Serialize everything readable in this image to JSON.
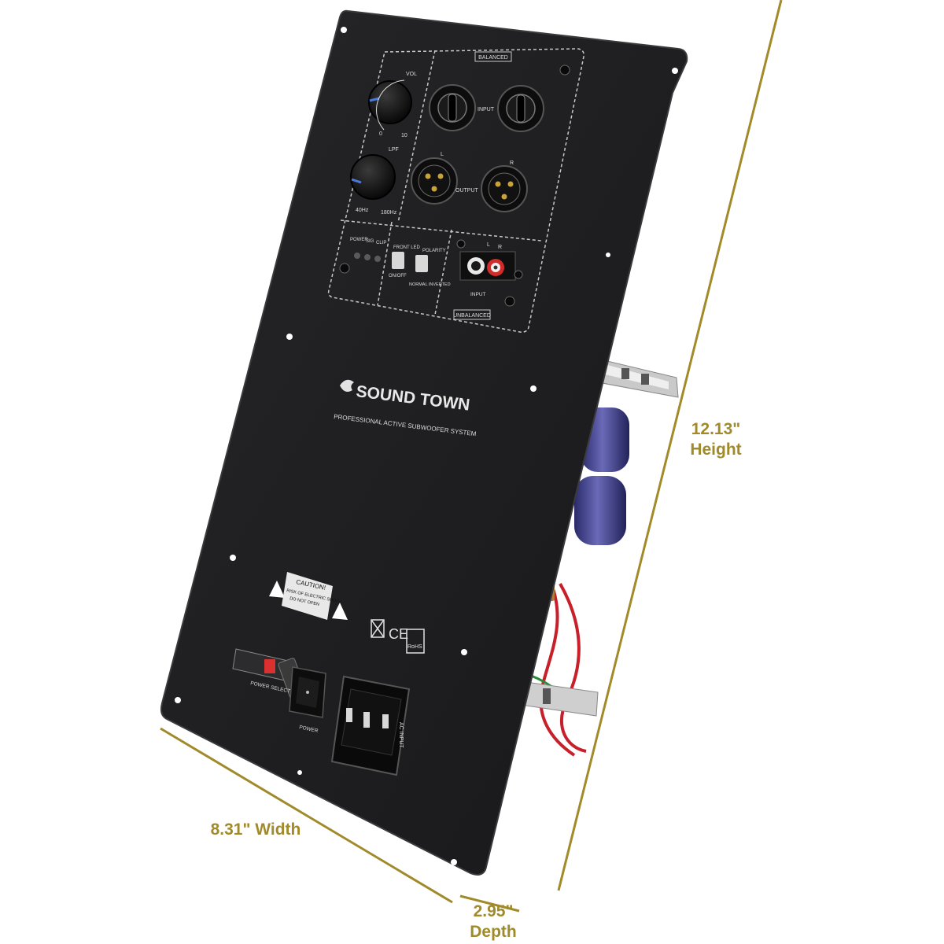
{
  "colors": {
    "dimension": "#a08a2a",
    "panel": "#1f1f21",
    "panel_edge": "#3a3a3d",
    "print": "#dcdcdc",
    "capacitor": "#3a3a8a"
  },
  "panel_labels": {
    "balanced": "BALANCED",
    "unbalanced": "UNBALANCED",
    "vol": "VOL",
    "vol_min": "0",
    "vol_max": "10",
    "lpf": "LPF",
    "lpf_min": "40Hz",
    "lpf_max": "180Hz",
    "input_xlr": "INPUT",
    "output_xlr": "OUTPUT",
    "left": "L",
    "right": "R",
    "power_led": "POWER",
    "sig_led": "SIG",
    "clip_led": "CLIP",
    "front_led": "FRONT LED",
    "on_off": "ON/OFF",
    "polarity": "POLARITY",
    "normal_inverted": "NORMAL INVERTED",
    "rca_input": "INPUT",
    "brand": "SOUND TOWN",
    "tagline": "PROFESSIONAL ACTIVE SUBWOOFER SYSTEM",
    "caution_title": "CAUTION!",
    "caution_line1": "RISK OF ELECTRIC SHOCK",
    "caution_line2": "DO NOT OPEN",
    "ce_mark": "CE",
    "rohs": "RoHS",
    "power_select": "POWER SELECT",
    "power_switch": "POWER",
    "ac_input": "AC INPUT"
  },
  "dimensions": {
    "height": "12.13\" Height",
    "width": "8.31\" Width",
    "depth": "2.95\" Depth",
    "height_value": "12.13\"",
    "height_word": "Height",
    "width_text": "8.31\" Width",
    "depth_value": "2.95\"",
    "depth_word": "Depth"
  }
}
